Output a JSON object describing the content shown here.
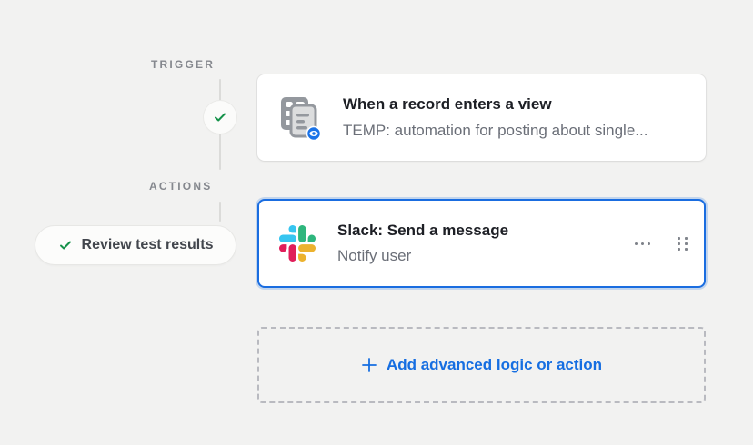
{
  "colors": {
    "accent_blue": "#166ee1",
    "success_green": "#15924a",
    "selected_border": "#1a6de0",
    "slack_blue": "#36C5F0",
    "slack_green": "#2EB67D",
    "slack_red": "#E01E5A",
    "slack_yellow": "#ECB22E"
  },
  "timeline": {
    "trigger_label": "TRIGGER",
    "actions_label": "ACTIONS",
    "status_icon": "checkmark-icon"
  },
  "review": {
    "label": "Review test results",
    "icon": "checkmark-icon"
  },
  "trigger_card": {
    "title": "When a record enters a view",
    "subtitle": "TEMP: automation for posting about single...",
    "icon": "record-enters-view-icon"
  },
  "action_card": {
    "title": "Slack: Send a message",
    "subtitle": "Notify user",
    "icon": "slack-icon",
    "menu_icon": "ellipsis-icon",
    "drag_icon": "drag-handle-icon",
    "selected": true
  },
  "add_action": {
    "label": "Add advanced logic or action",
    "icon": "plus-icon"
  }
}
